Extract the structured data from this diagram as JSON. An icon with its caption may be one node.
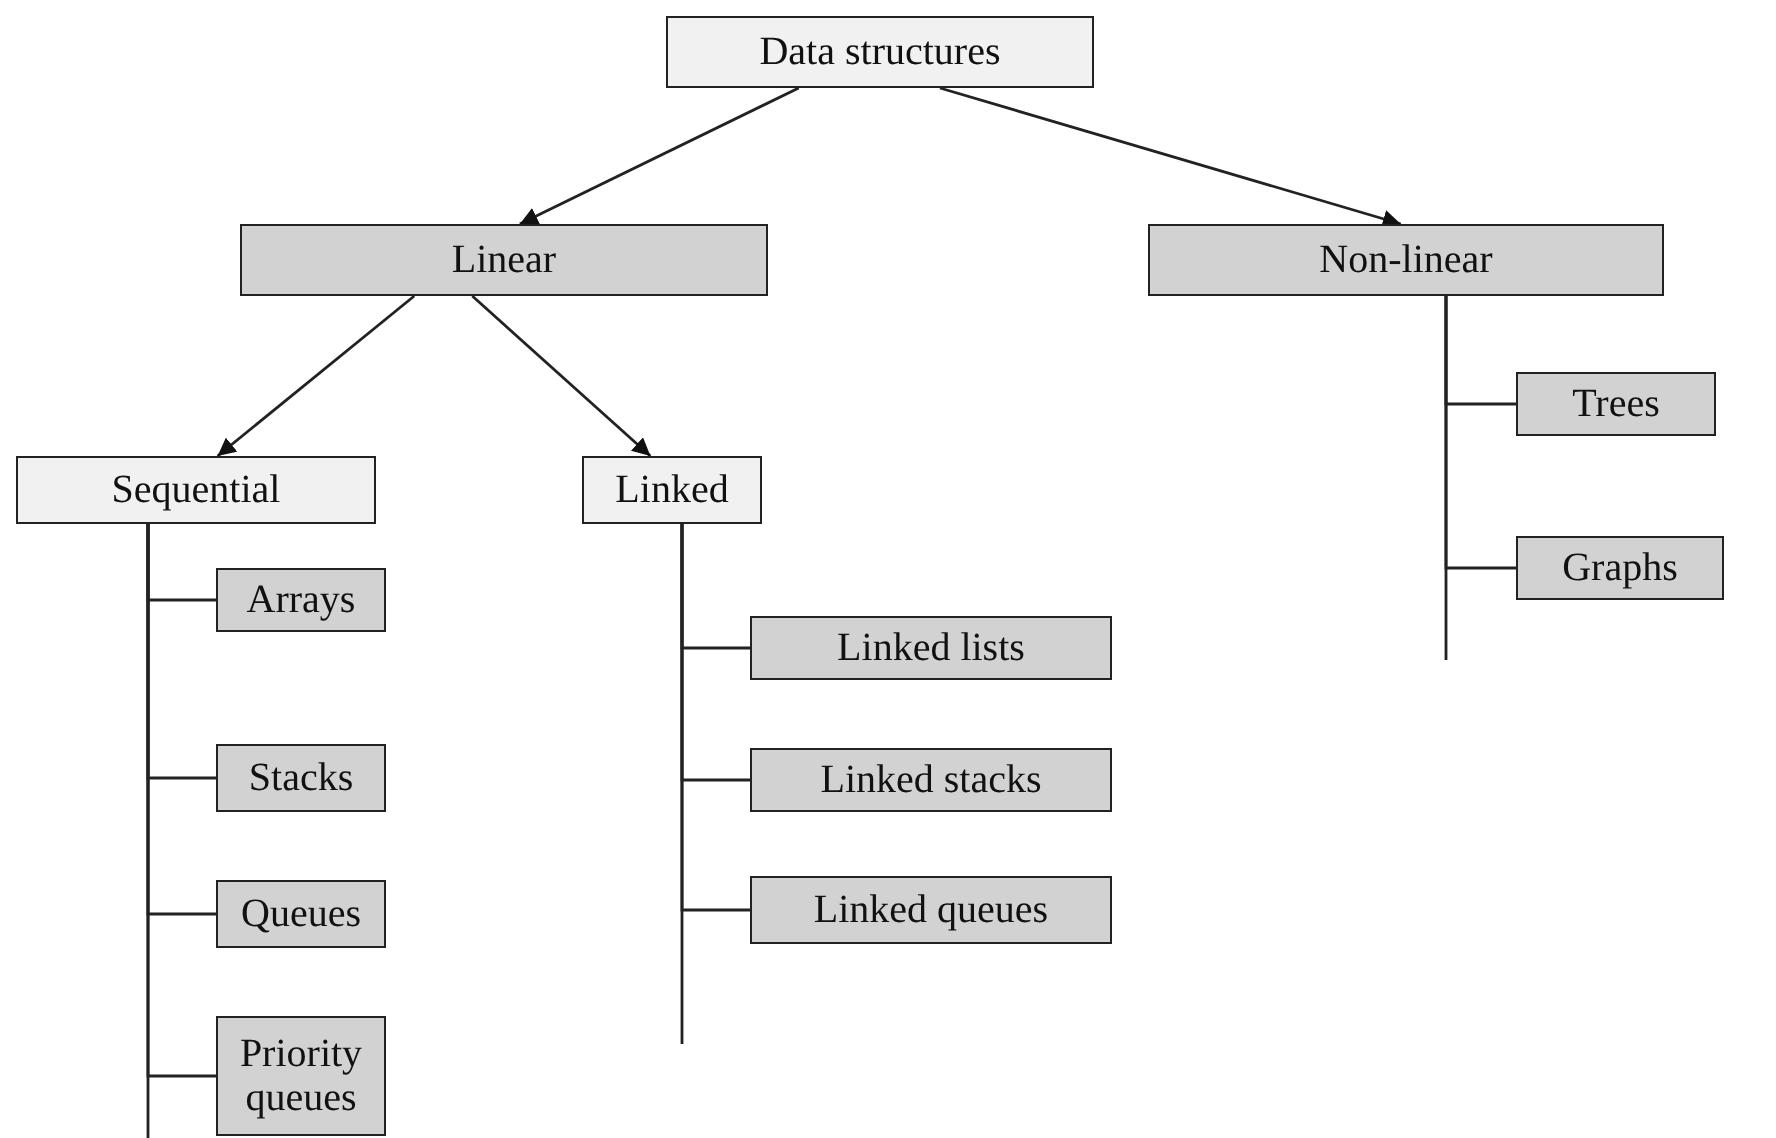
{
  "diagram": {
    "nodes": [
      {
        "text": [
          "Data structures"
        ]
      },
      {
        "text": [
          "Linear"
        ]
      },
      {
        "text": [
          "Non-linear"
        ]
      },
      {
        "text": [
          "Sequential"
        ]
      },
      {
        "text": [
          "Linked"
        ]
      },
      {
        "text": [
          "Trees"
        ]
      },
      {
        "text": [
          "Graphs"
        ]
      },
      {
        "text": [
          "Arrays"
        ]
      },
      {
        "text": [
          "Stacks"
        ]
      },
      {
        "text": [
          "Queues"
        ]
      },
      {
        "text": [
          "Priority queues"
        ]
      },
      {
        "text": [
          "Linked lists"
        ]
      },
      {
        "text": [
          "Linked stacks"
        ]
      },
      {
        "text": [
          "Linked queues"
        ]
      }
    ],
    "edges": [
      {
        "from": 0,
        "to": 1,
        "arrow": "to"
      },
      {
        "from": 0,
        "to": 2,
        "arrow": "to"
      },
      {
        "from": 1,
        "to": 3,
        "arrow": "to"
      },
      {
        "from": 1,
        "to": 4,
        "arrow": "to"
      },
      {
        "from": 2,
        "to": 5,
        "arrow": "none"
      },
      {
        "from": 2,
        "to": 6,
        "arrow": "none"
      },
      {
        "from": 3,
        "to": 7,
        "arrow": "none"
      },
      {
        "from": 3,
        "to": 8,
        "arrow": "none"
      },
      {
        "from": 3,
        "to": 9,
        "arrow": "none"
      },
      {
        "from": 3,
        "to": 10,
        "arrow": "none"
      },
      {
        "from": 4,
        "to": 11,
        "arrow": "none"
      },
      {
        "from": 4,
        "to": 12,
        "arrow": "none"
      },
      {
        "from": 4,
        "to": 13,
        "arrow": "none"
      }
    ]
  }
}
